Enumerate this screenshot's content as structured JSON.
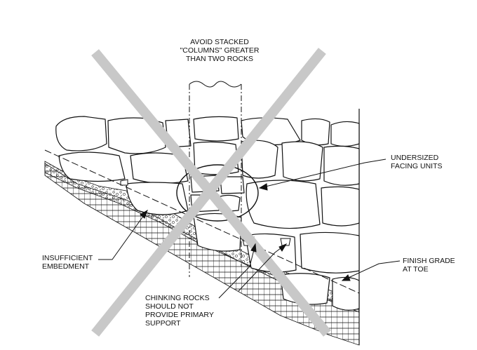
{
  "labels": {
    "avoid_stacked": "AVOID STACKED\n\"COLUMNS\" GREATER\nTHAN TWO ROCKS",
    "undersized": "UNDERSIZED\nFACING UNITS",
    "insufficient": "INSUFFICIENT\nEMBEDMENT",
    "finish_grade": "FINISH GRADE\nAT TOE",
    "chinking": "CHINKING ROCKS\nSHOULD NOT\nPROVIDE PRIMARY\nSUPPORT"
  },
  "colors": {
    "ink": "#111111",
    "cross": "#c8c8c8"
  },
  "icons": {
    "cross_mark": "x-mark-icon"
  }
}
